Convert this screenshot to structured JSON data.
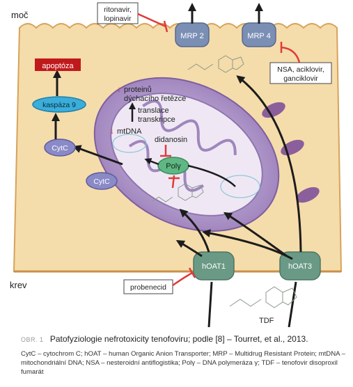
{
  "labels": {
    "urine": "moč",
    "blood": "krev",
    "ritonavir": "ritonavir,",
    "lopinavir": "lopinavir",
    "mrp2": "MRP 2",
    "mrp4": "MRP 4",
    "nsa": "NSA, aciklovir,",
    "ganciklovir": "ganciklovir",
    "apoptosis": "apoptóza",
    "caspase9": "kaspáza 9",
    "cytc1": "CytC",
    "cytc2": "CytC",
    "proteins_line1": "proteinů",
    "proteins_line2": "dýchacího řetězce",
    "translation": "translace",
    "transcription": "transkripce",
    "mtdna": "mtDNA",
    "didanosin": "didanosin",
    "poly": "Polγ",
    "hoat1": "hOAT1",
    "hoat3": "hOAT3",
    "probenecid": "probenecid",
    "tdf": "TDF",
    "down_arrow": "↓"
  },
  "colors": {
    "cell": "#f5dcab",
    "cell_border": "#d6a35a",
    "mito_outer": "#a98bc4",
    "mito_inner": "#e6dcef",
    "transporter": "#7b8fb5",
    "hoat": "#6a9a86",
    "poly": "#5fb784",
    "caspase": "#3aaedb",
    "cytc": "#8a8ac8",
    "inhibitor": "#e03a3a",
    "apoptosis": "#c0191c"
  },
  "caption": {
    "number": "OBR. 1",
    "title": "Patofyziologie nefrotoxicity tenofoviru; podle [8] – Tourret, et al., 2013.",
    "legend": "CytC – cytochrom C; hOAT – human Organic Anion Transporter; MRP – Multidrug Resistant Protein; mtDNA – mitochondriální DNA; NSA – nesteroidní antiflogistika; Polγ – DNA polymeráza γ; TDF – tenofovir disoproxil fumarát"
  }
}
